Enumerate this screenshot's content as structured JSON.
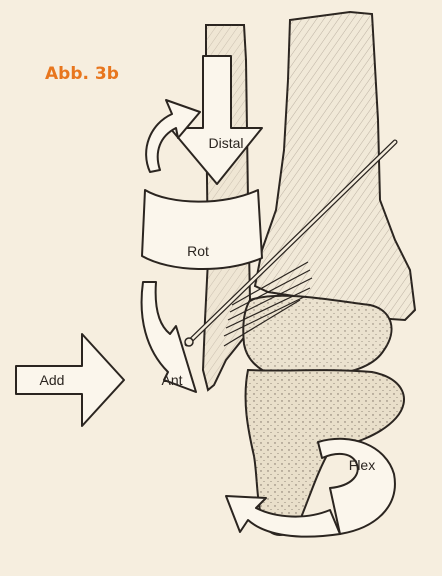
{
  "figure": {
    "label": "Abb. 3b",
    "label_color": "#e8761e",
    "background": "#f6eedf",
    "ink": "#2b2520"
  },
  "arrows": {
    "distal": "Distal",
    "rot": "Rot",
    "ant": "Ant",
    "add": "Add",
    "flex": "Flex"
  }
}
